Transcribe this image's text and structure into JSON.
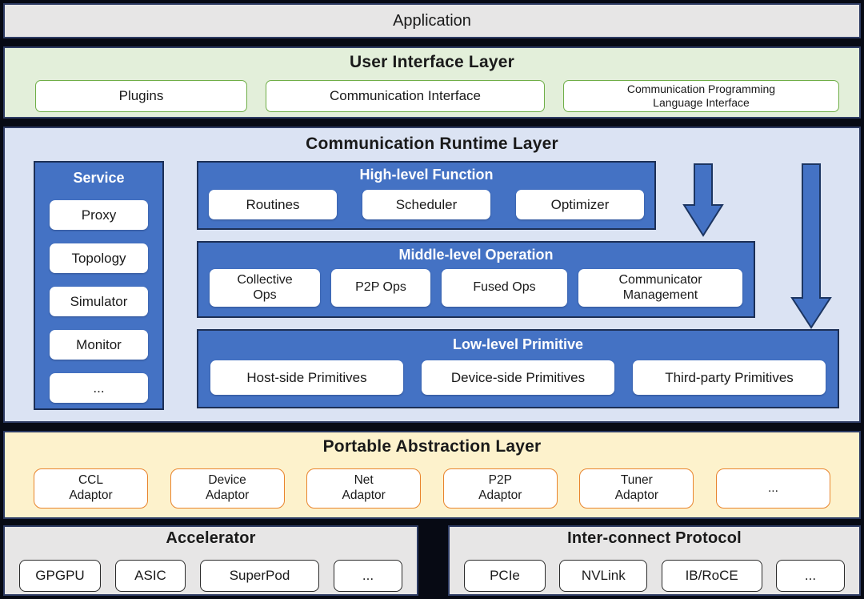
{
  "application": {
    "title": "Application"
  },
  "ui_layer": {
    "title": "User Interface Layer",
    "boxes": [
      "Plugins",
      "Communication Interface",
      "Communication Programming\nLanguage Interface"
    ]
  },
  "runtime_layer": {
    "title": "Communication Runtime Layer",
    "service": {
      "title": "Service",
      "items": [
        "Proxy",
        "Topology",
        "Simulator",
        "Monitor",
        "..."
      ]
    },
    "high_level": {
      "title": "High-level Function",
      "items": [
        "Routines",
        "Scheduler",
        "Optimizer"
      ]
    },
    "middle_level": {
      "title": "Middle-level Operation",
      "items": [
        "Collective\nOps",
        "P2P Ops",
        "Fused Ops",
        "Communicator\nManagement"
      ]
    },
    "low_level": {
      "title": "Low-level Primitive",
      "items": [
        "Host-side Primitives",
        "Device-side Primitives",
        "Third-party Primitives"
      ]
    }
  },
  "portable_abstraction_layer": {
    "title": "Portable Abstraction Layer",
    "boxes": [
      "CCL\nAdaptor",
      "Device\nAdaptor",
      "Net\nAdaptor",
      "P2P\nAdaptor",
      "Tuner\nAdaptor",
      "..."
    ]
  },
  "accelerator": {
    "title": "Accelerator",
    "items": [
      "GPGPU",
      "ASIC",
      "SuperPod",
      "..."
    ]
  },
  "interconnect": {
    "title": "Inter-connect Protocol",
    "items": [
      "PCIe",
      "NVLink",
      "IB/RoCE",
      "..."
    ]
  },
  "colors": {
    "group_blue": "#4472c4",
    "navy_border": "#1c2f55",
    "green_border": "#70ad47",
    "orange_border": "#ed7d31",
    "ui_bg": "#e3efda",
    "runtime_bg": "#dbe3f3",
    "pal_bg": "#fdf2cc",
    "gray_bg": "#e7e6e6"
  }
}
